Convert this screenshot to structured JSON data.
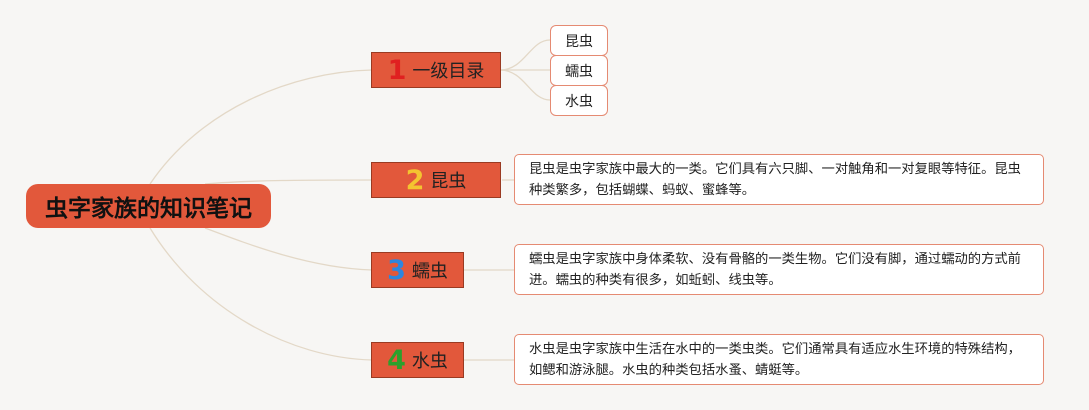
{
  "root": {
    "title": "虫字家族的知识笔记"
  },
  "colors": {
    "node_fill": "#e2583b",
    "line": "#e3d8c7",
    "num1": "#e02020",
    "num2": "#f4c430",
    "num3": "#2e86de",
    "num4": "#2ca02c"
  },
  "topics": [
    {
      "num": "1",
      "label": "一级目录"
    },
    {
      "num": "2",
      "label": "昆虫"
    },
    {
      "num": "3",
      "label": "蠕虫"
    },
    {
      "num": "4",
      "label": "水虫"
    }
  ],
  "subtopics": [
    "昆虫",
    "蠕虫",
    "水虫"
  ],
  "descriptions": [
    "昆虫是虫字家族中最大的一类。它们具有六只脚、一对触角和一对复眼等特征。昆虫种类繁多，包括蝴蝶、蚂蚁、蜜蜂等。",
    "蠕虫是虫字家族中身体柔软、没有骨骼的一类生物。它们没有脚，通过蠕动的方式前进。蠕虫的种类有很多，如蚯蚓、线虫等。",
    "水虫是虫字家族中生活在水中的一类虫类。它们通常具有适应水生环境的特殊结构，如鳃和游泳腿。水虫的种类包括水蚤、蜻蜓等。"
  ]
}
